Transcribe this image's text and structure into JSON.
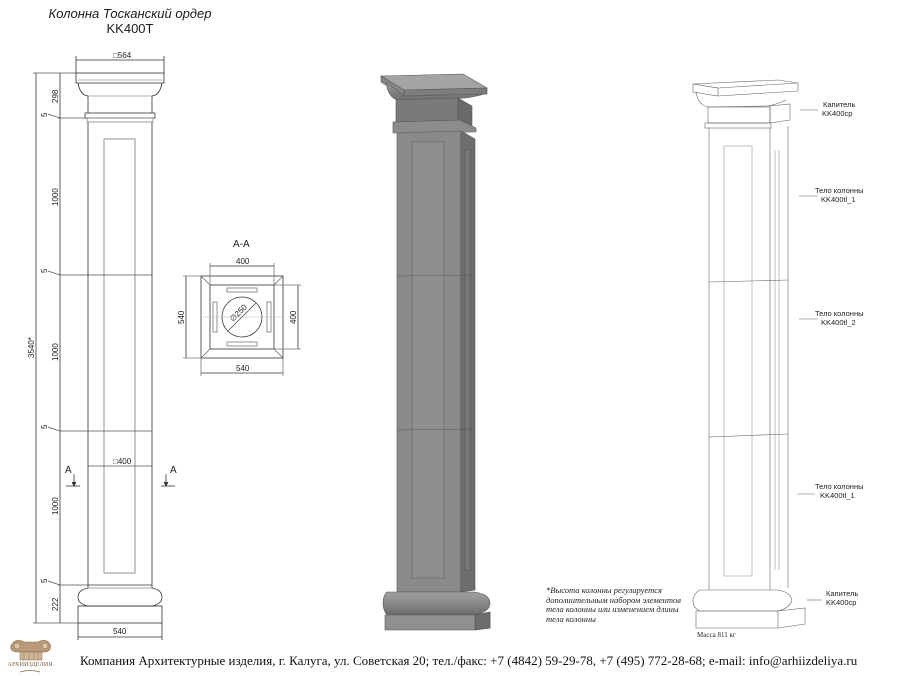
{
  "title": {
    "name": "Колонна Тосканский ордер",
    "code": "KK400T"
  },
  "elevation_drawing": {
    "top_width": "□564",
    "shaft_width": "□400",
    "base_width": "540",
    "total_height": "3540*",
    "segments": [
      "298",
      "5",
      "1000",
      "5",
      "1000",
      "5",
      "1000",
      "5",
      "222"
    ],
    "section_marker": "A"
  },
  "section_drawing": {
    "title": "A-A",
    "inner_width": "400",
    "inner_height": "400",
    "outer_width": "540",
    "outer_height": "540",
    "hole_diameter": "∅250"
  },
  "exploded_view": {
    "labels": [
      {
        "line1": "Капитель",
        "line2": "KK400cp"
      },
      {
        "line1": "Тело колонны",
        "line2": "KK400tl_1"
      },
      {
        "line1": "Тело колонны",
        "line2": "KK400tl_2"
      },
      {
        "line1": "Тело колонны",
        "line2": "KK400tl_1"
      },
      {
        "line1": "Капитель",
        "line2": "KK400cp"
      }
    ],
    "mass": "Масса 811 кг"
  },
  "note": "*Высота колонны регулируется дополнительным набором элементов тела колонны или изменением длины тела колонны",
  "footer": {
    "logo_text": "АРХИИЗДЕЛИЯ",
    "contact": "Компания Архитектурные изделия, г. Калуга, ул. Советская 20; тел./факс: +7 (4842) 59-29-78, +7 (495) 772-28-68; e-mail: info@arhiizdeliya.ru"
  },
  "colors": {
    "render_gray": "#8a8a8a",
    "render_light": "#a6a6a6",
    "render_dark": "#6e6e6e",
    "line": "#333333",
    "logo_brown": "#8b6a48"
  }
}
